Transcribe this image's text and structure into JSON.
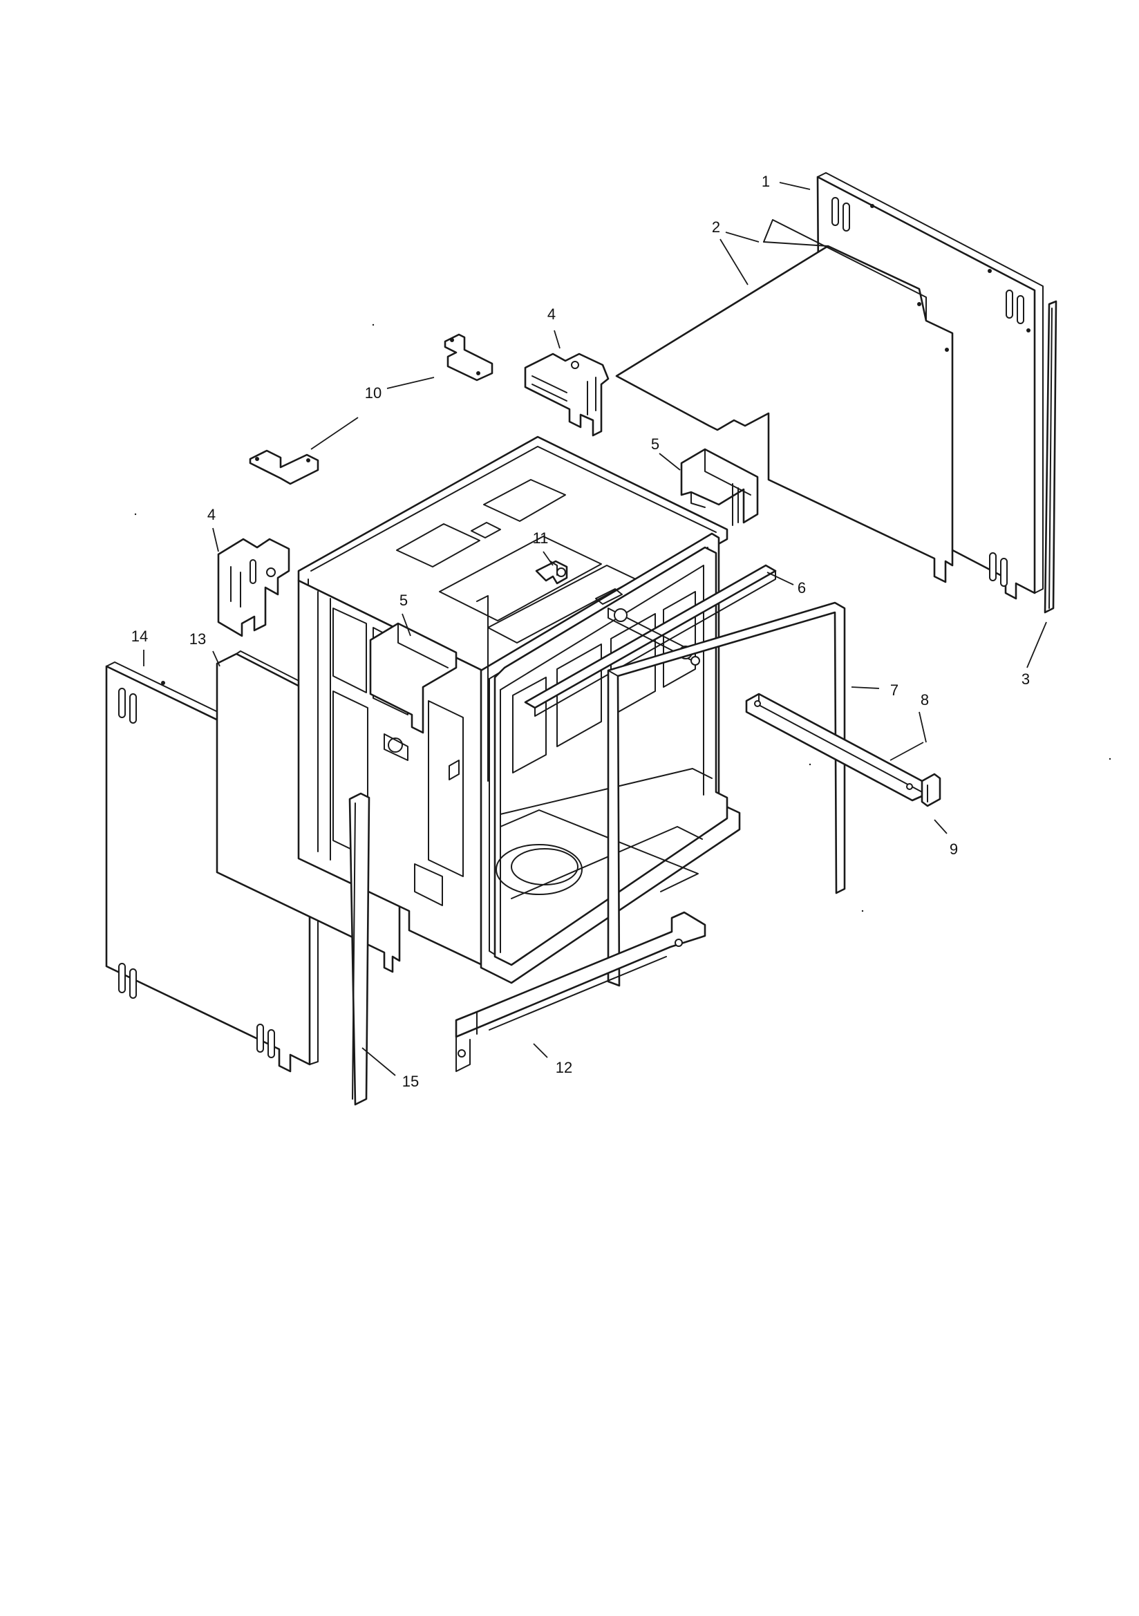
{
  "callouts": [
    {
      "id": "c1",
      "label": "1"
    },
    {
      "id": "c2",
      "label": "2"
    },
    {
      "id": "c3",
      "label": "3"
    },
    {
      "id": "c4a",
      "label": "4"
    },
    {
      "id": "c4b",
      "label": "4"
    },
    {
      "id": "c5a",
      "label": "5"
    },
    {
      "id": "c5b",
      "label": "5"
    },
    {
      "id": "c6",
      "label": "6"
    },
    {
      "id": "c7",
      "label": "7"
    },
    {
      "id": "c8",
      "label": "8"
    },
    {
      "id": "c9",
      "label": "9"
    },
    {
      "id": "c10",
      "label": "10"
    },
    {
      "id": "c11",
      "label": "11"
    },
    {
      "id": "c12",
      "label": "12"
    },
    {
      "id": "c13",
      "label": "13"
    },
    {
      "id": "c14",
      "label": "14"
    },
    {
      "id": "c15",
      "label": "15"
    }
  ]
}
